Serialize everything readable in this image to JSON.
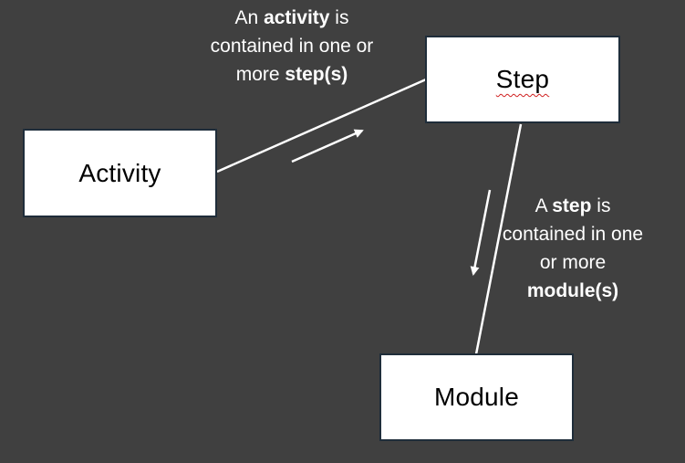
{
  "nodes": {
    "activity": "Activity",
    "step": "Step",
    "module": "Module"
  },
  "relations": {
    "activity_step": {
      "prefix": "An ",
      "bold_subject": "activity",
      "middle": " is contained in one or more ",
      "bold_object": "step(s)"
    },
    "step_module": {
      "prefix": "A ",
      "bold_subject": "step",
      "middle": " is contained in one or more ",
      "bold_object": "module(s)"
    }
  },
  "colors": {
    "background": "#404040",
    "box_fill": "#ffffff",
    "box_border": "#1f2d3a",
    "line": "#ffffff",
    "text_light": "#ffffff"
  }
}
